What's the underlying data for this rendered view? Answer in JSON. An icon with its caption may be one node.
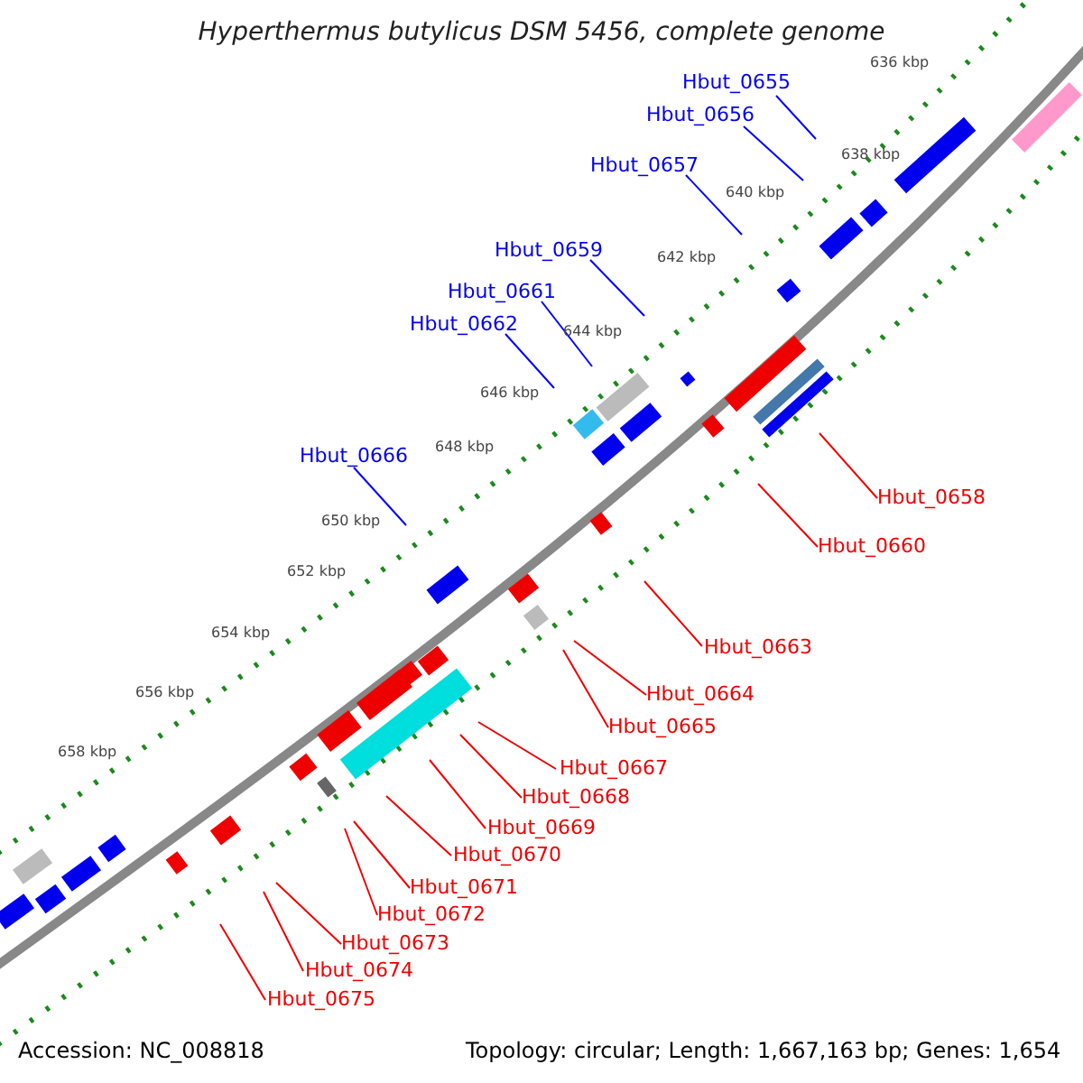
{
  "diagram": {
    "title": "Hyperthermus butylicus DSM 5456, complete genome",
    "nodes": [
      {
        "text": [
          "Hbut_0655"
        ]
      },
      {
        "text": [
          "Hbut_0656"
        ]
      },
      {
        "text": [
          "Hbut_0657"
        ]
      },
      {
        "text": [
          "Hbut_0659"
        ]
      },
      {
        "text": [
          "Hbut_0661"
        ]
      },
      {
        "text": [
          "Hbut_0662"
        ]
      },
      {
        "text": [
          "Hbut_0666"
        ]
      },
      {
        "text": [
          "Hbut_0658"
        ]
      },
      {
        "text": [
          "Hbut_0660"
        ]
      },
      {
        "text": [
          "Hbut_0663"
        ]
      },
      {
        "text": [
          "Hbut_0664"
        ]
      },
      {
        "text": [
          "Hbut_0665"
        ]
      },
      {
        "text": [
          "Hbut_0667"
        ]
      },
      {
        "text": [
          "Hbut_0668"
        ]
      },
      {
        "text": [
          "Hbut_0669"
        ]
      },
      {
        "text": [
          "Hbut_0670"
        ]
      },
      {
        "text": [
          "Hbut_0671"
        ]
      },
      {
        "text": [
          "Hbut_0672"
        ]
      },
      {
        "text": [
          "Hbut_0673"
        ]
      },
      {
        "text": [
          "Hbut_0674"
        ]
      },
      {
        "text": [
          "Hbut_0675"
        ]
      }
    ],
    "edges": [
      {
        "from": 0,
        "to": null,
        "arrow": "none",
        "color": "#0000ff"
      },
      {
        "from": 1,
        "to": null,
        "arrow": "none",
        "color": "#0000ff"
      },
      {
        "from": 2,
        "to": null,
        "arrow": "none",
        "color": "#0000ff"
      },
      {
        "from": 3,
        "to": null,
        "arrow": "none",
        "color": "#0000ff"
      },
      {
        "from": 4,
        "to": null,
        "arrow": "none",
        "color": "#0000ff"
      },
      {
        "from": 5,
        "to": null,
        "arrow": "none",
        "color": "#0000ff"
      },
      {
        "from": 6,
        "to": null,
        "arrow": "none",
        "color": "#0000ff"
      },
      {
        "from": 7,
        "to": null,
        "arrow": "none"
      },
      {
        "from": 8,
        "to": null,
        "arrow": "none"
      },
      {
        "from": 9,
        "to": null,
        "arrow": "none"
      },
      {
        "from": 10,
        "to": null,
        "arrow": "none"
      },
      {
        "from": 11,
        "to": null,
        "arrow": "none"
      },
      {
        "from": 12,
        "to": null,
        "arrow": "none"
      },
      {
        "from": 13,
        "to": null,
        "arrow": "none"
      },
      {
        "from": 14,
        "to": null,
        "arrow": "none"
      },
      {
        "from": 15,
        "to": null,
        "arrow": "none"
      },
      {
        "from": 16,
        "to": null,
        "arrow": "none"
      },
      {
        "from": 17,
        "to": null,
        "arrow": "none"
      },
      {
        "from": 18,
        "to": null,
        "arrow": "none"
      },
      {
        "from": 19,
        "to": null,
        "arrow": "none"
      },
      {
        "from": 20,
        "to": null,
        "arrow": "none"
      }
    ],
    "labels": [
      "636 kbp",
      "638 kbp",
      "640 kbp",
      "642 kbp",
      "644 kbp",
      "646 kbp",
      "648 kbp",
      "650 kbp",
      "652 kbp",
      "654 kbp",
      "656 kbp",
      "658 kbp",
      "Accession: NC_008818",
      "Topology: circular; Length: 1,667,163 bp; Genes: 1,654"
    ]
  }
}
